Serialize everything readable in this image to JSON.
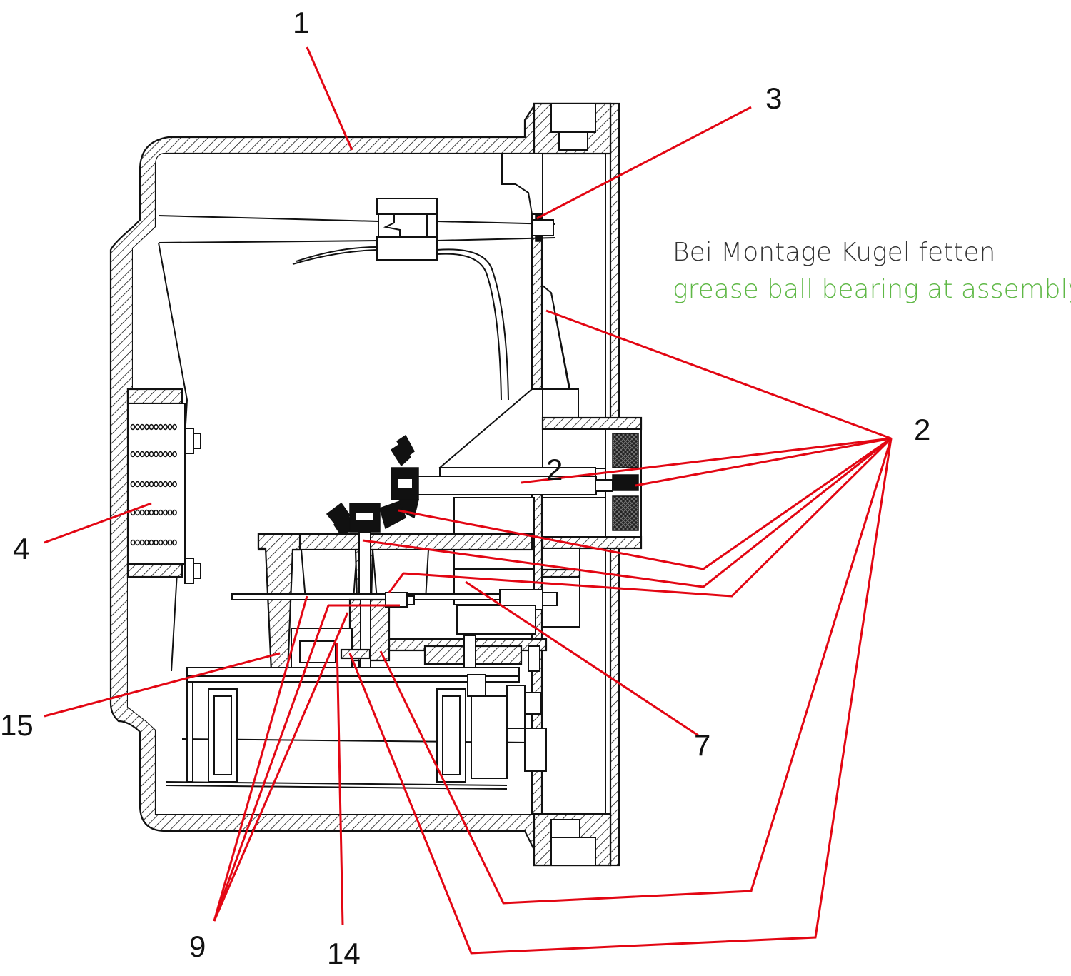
{
  "labels": {
    "l1": "1",
    "l2a": "2",
    "l2b": "2",
    "l3": "3",
    "l4": "4",
    "l7": "7",
    "l9": "9",
    "l14": "14",
    "l15": "15"
  },
  "note": {
    "german": "Bei Montage Kugel fetten",
    "english": "grease ball bearing at assembly"
  },
  "colors": {
    "leader": "#e30613",
    "note_german": "#333333",
    "note_english": "#5fb846",
    "outline": "#111111"
  }
}
